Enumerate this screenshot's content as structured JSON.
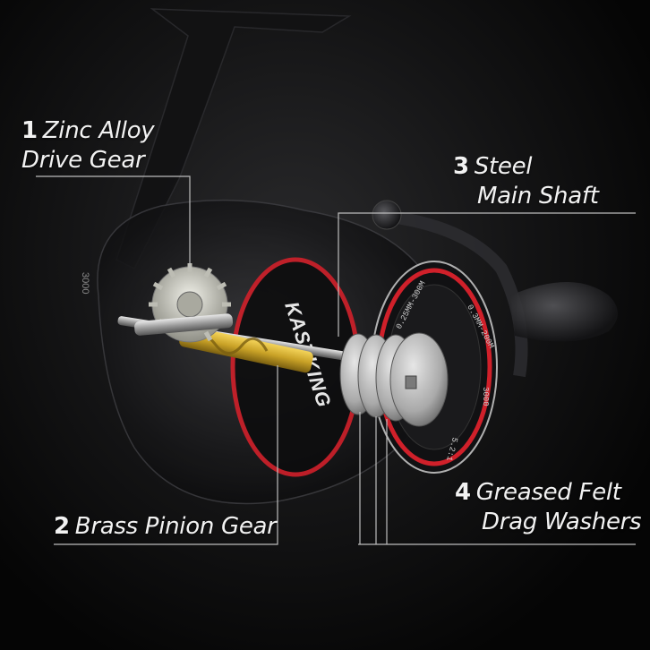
{
  "colors": {
    "background": "#0a0a0a",
    "accent_red": "#d0202a",
    "brass": "#c9a227",
    "label_text": "#f2f2f2"
  },
  "callouts": [
    {
      "number": "1",
      "line1": "Zinc Alloy",
      "line2": "Drive Gear"
    },
    {
      "number": "2",
      "line1": "Brass Pinion Gear",
      "line2": ""
    },
    {
      "number": "3",
      "line1": "Steel",
      "line2": "Main Shaft"
    },
    {
      "number": "4",
      "line1": "Greased Felt",
      "line2": "Drag Washers"
    }
  ],
  "product": {
    "model_number": "3000",
    "spool_text_1": "0.25MM-300M",
    "spool_text_2": "0.3MM-200M",
    "spool_model": "3000",
    "ratio": "5.2:1",
    "brand_mark": "KASTKING"
  }
}
